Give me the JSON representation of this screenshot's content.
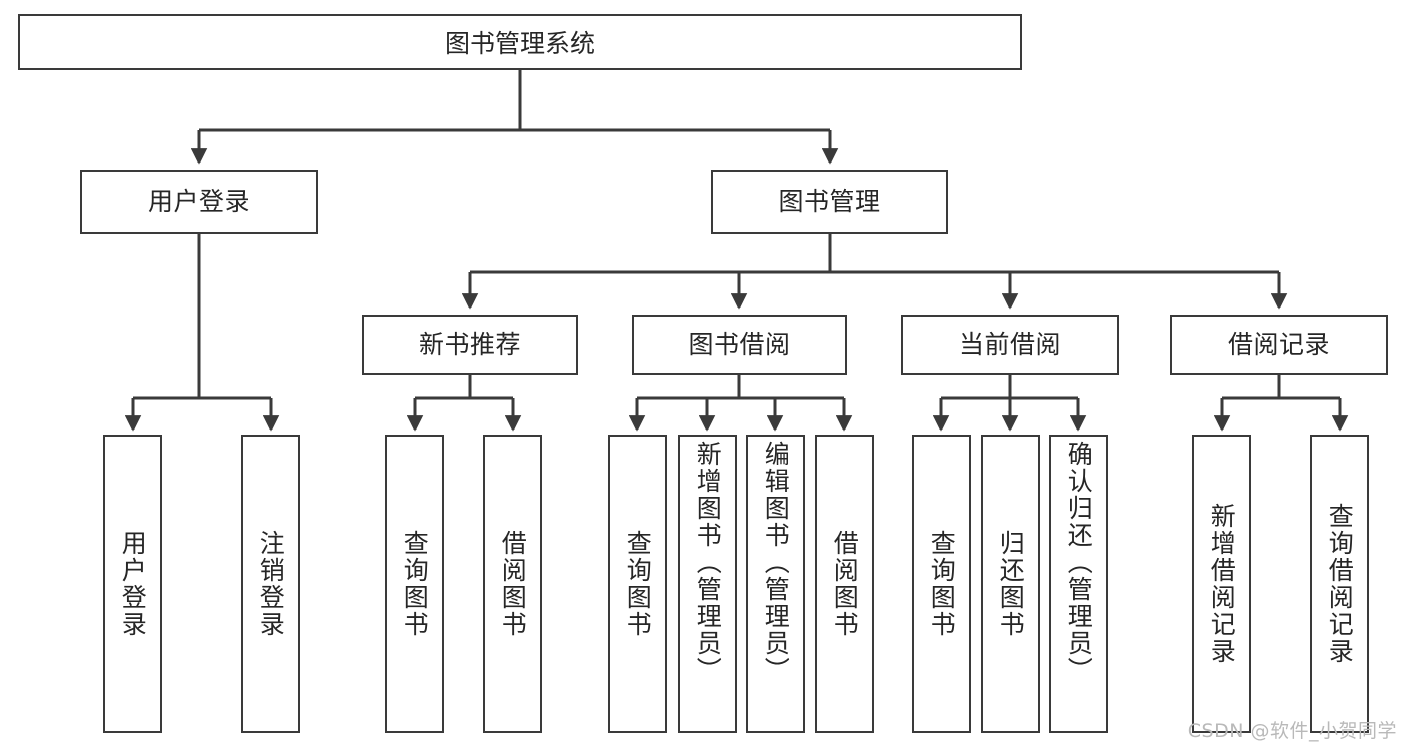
{
  "diagram": {
    "title": "图书管理系统",
    "type": "tree",
    "root": {
      "label": "图书管理系统"
    },
    "level2": [
      {
        "id": "user-login",
        "label": "用户登录"
      },
      {
        "id": "book-management",
        "label": "图书管理"
      }
    ],
    "level3": [
      {
        "id": "new-book-recommend",
        "label": "新书推荐",
        "parent": "book-management"
      },
      {
        "id": "book-borrow",
        "label": "图书借阅",
        "parent": "book-management"
      },
      {
        "id": "current-borrow",
        "label": "当前借阅",
        "parent": "book-management"
      },
      {
        "id": "borrow-record",
        "label": "借阅记录",
        "parent": "book-management"
      }
    ],
    "leaves": {
      "user-login": [
        {
          "id": "leaf-user-login",
          "label": "用户登录"
        },
        {
          "id": "leaf-logout",
          "label": "注销登录"
        }
      ],
      "new-book-recommend": [
        {
          "id": "leaf-query-book-1",
          "label": "查询图书"
        },
        {
          "id": "leaf-borrow-book-1",
          "label": "借阅图书"
        }
      ],
      "book-borrow": [
        {
          "id": "leaf-query-book-2",
          "label": "查询图书"
        },
        {
          "id": "leaf-add-book",
          "label": "新增图书（管理员）"
        },
        {
          "id": "leaf-edit-book",
          "label": "编辑图书（管理员）"
        },
        {
          "id": "leaf-borrow-book-2",
          "label": "借阅图书"
        }
      ],
      "current-borrow": [
        {
          "id": "leaf-query-book-3",
          "label": "查询图书"
        },
        {
          "id": "leaf-return-book",
          "label": "归还图书"
        },
        {
          "id": "leaf-confirm-return",
          "label": "确认归还（管理员）"
        }
      ],
      "borrow-record": [
        {
          "id": "leaf-add-record",
          "label": "新增借阅记录"
        },
        {
          "id": "leaf-query-record",
          "label": "查询借阅记录"
        }
      ]
    },
    "colors": {
      "stroke": "#3a3a3a",
      "fill": "#ffffff",
      "text": "#262626",
      "watermark": "#b9b9b9"
    }
  },
  "watermark": {
    "text": "CSDN @软件_小贺同学"
  }
}
